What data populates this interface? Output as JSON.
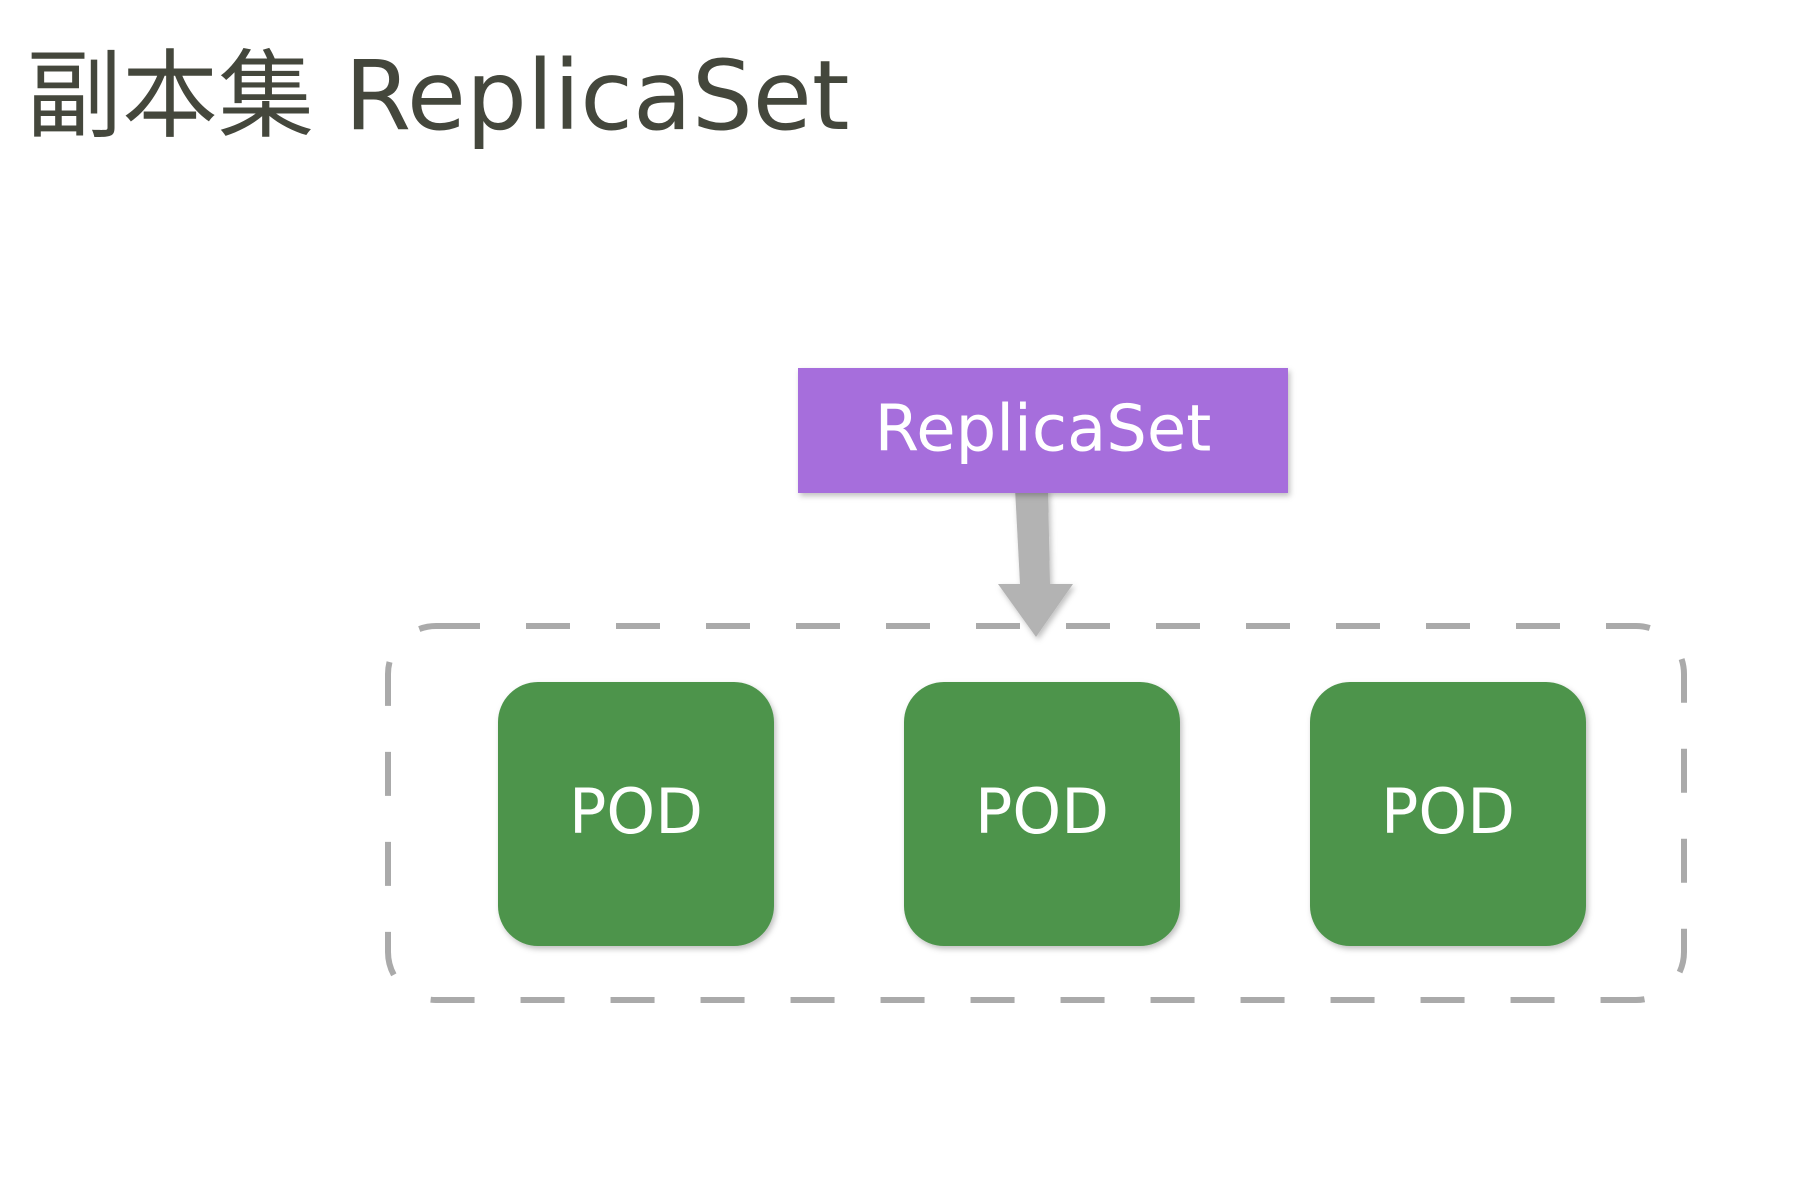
{
  "slide": {
    "title": "副本集 ReplicaSet"
  },
  "diagram": {
    "controller": {
      "label": "ReplicaSet",
      "color": "#a66edc"
    },
    "pod_color": "#4d944b",
    "arrow_color": "#b3b3b3",
    "group_border_color": "#aaaaaa",
    "pods": [
      {
        "label": "POD"
      },
      {
        "label": "POD"
      },
      {
        "label": "POD"
      }
    ]
  }
}
